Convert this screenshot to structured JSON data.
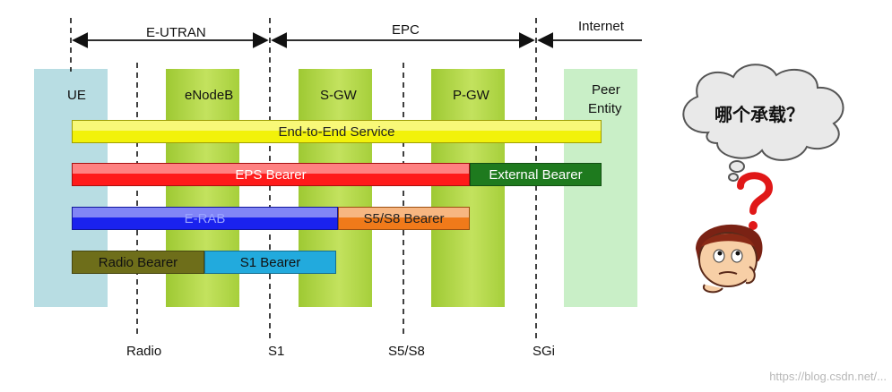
{
  "diagram": {
    "domains": {
      "e_utran": "E-UTRAN",
      "epc": "EPC",
      "internet": "Internet"
    },
    "nodes": {
      "ue": "UE",
      "enodeb": "eNodeB",
      "sgw": "S-GW",
      "pgw": "P-GW",
      "peer_line1": "Peer",
      "peer_line2": "Entity"
    },
    "interfaces": {
      "radio": "Radio",
      "s1": "S1",
      "s5s8": "S5/S8",
      "sgi": "SGi"
    },
    "bearers": {
      "end_to_end": "End-to-End Service",
      "eps": "EPS Bearer",
      "external": "External Bearer",
      "erab": "E-RAB",
      "s5s8": "S5/S8 Bearer",
      "radio": "Radio Bearer",
      "s1": "S1 Bearer"
    },
    "thought_bubble": "哪个承载？",
    "colors": {
      "ue_column": "#b8dde3",
      "node_column": "#b5d94a",
      "peer_column": "#c9efc7",
      "end_to_end": "#f2f20a",
      "eps": "#ff1a1a",
      "external": "#1e7a1e",
      "erab": "#1a22ee",
      "s5s8": "#f07a1a",
      "radio": "#6e6e1a",
      "s1": "#22aadd"
    }
  },
  "watermark": "https://blog.csdn.net/..."
}
